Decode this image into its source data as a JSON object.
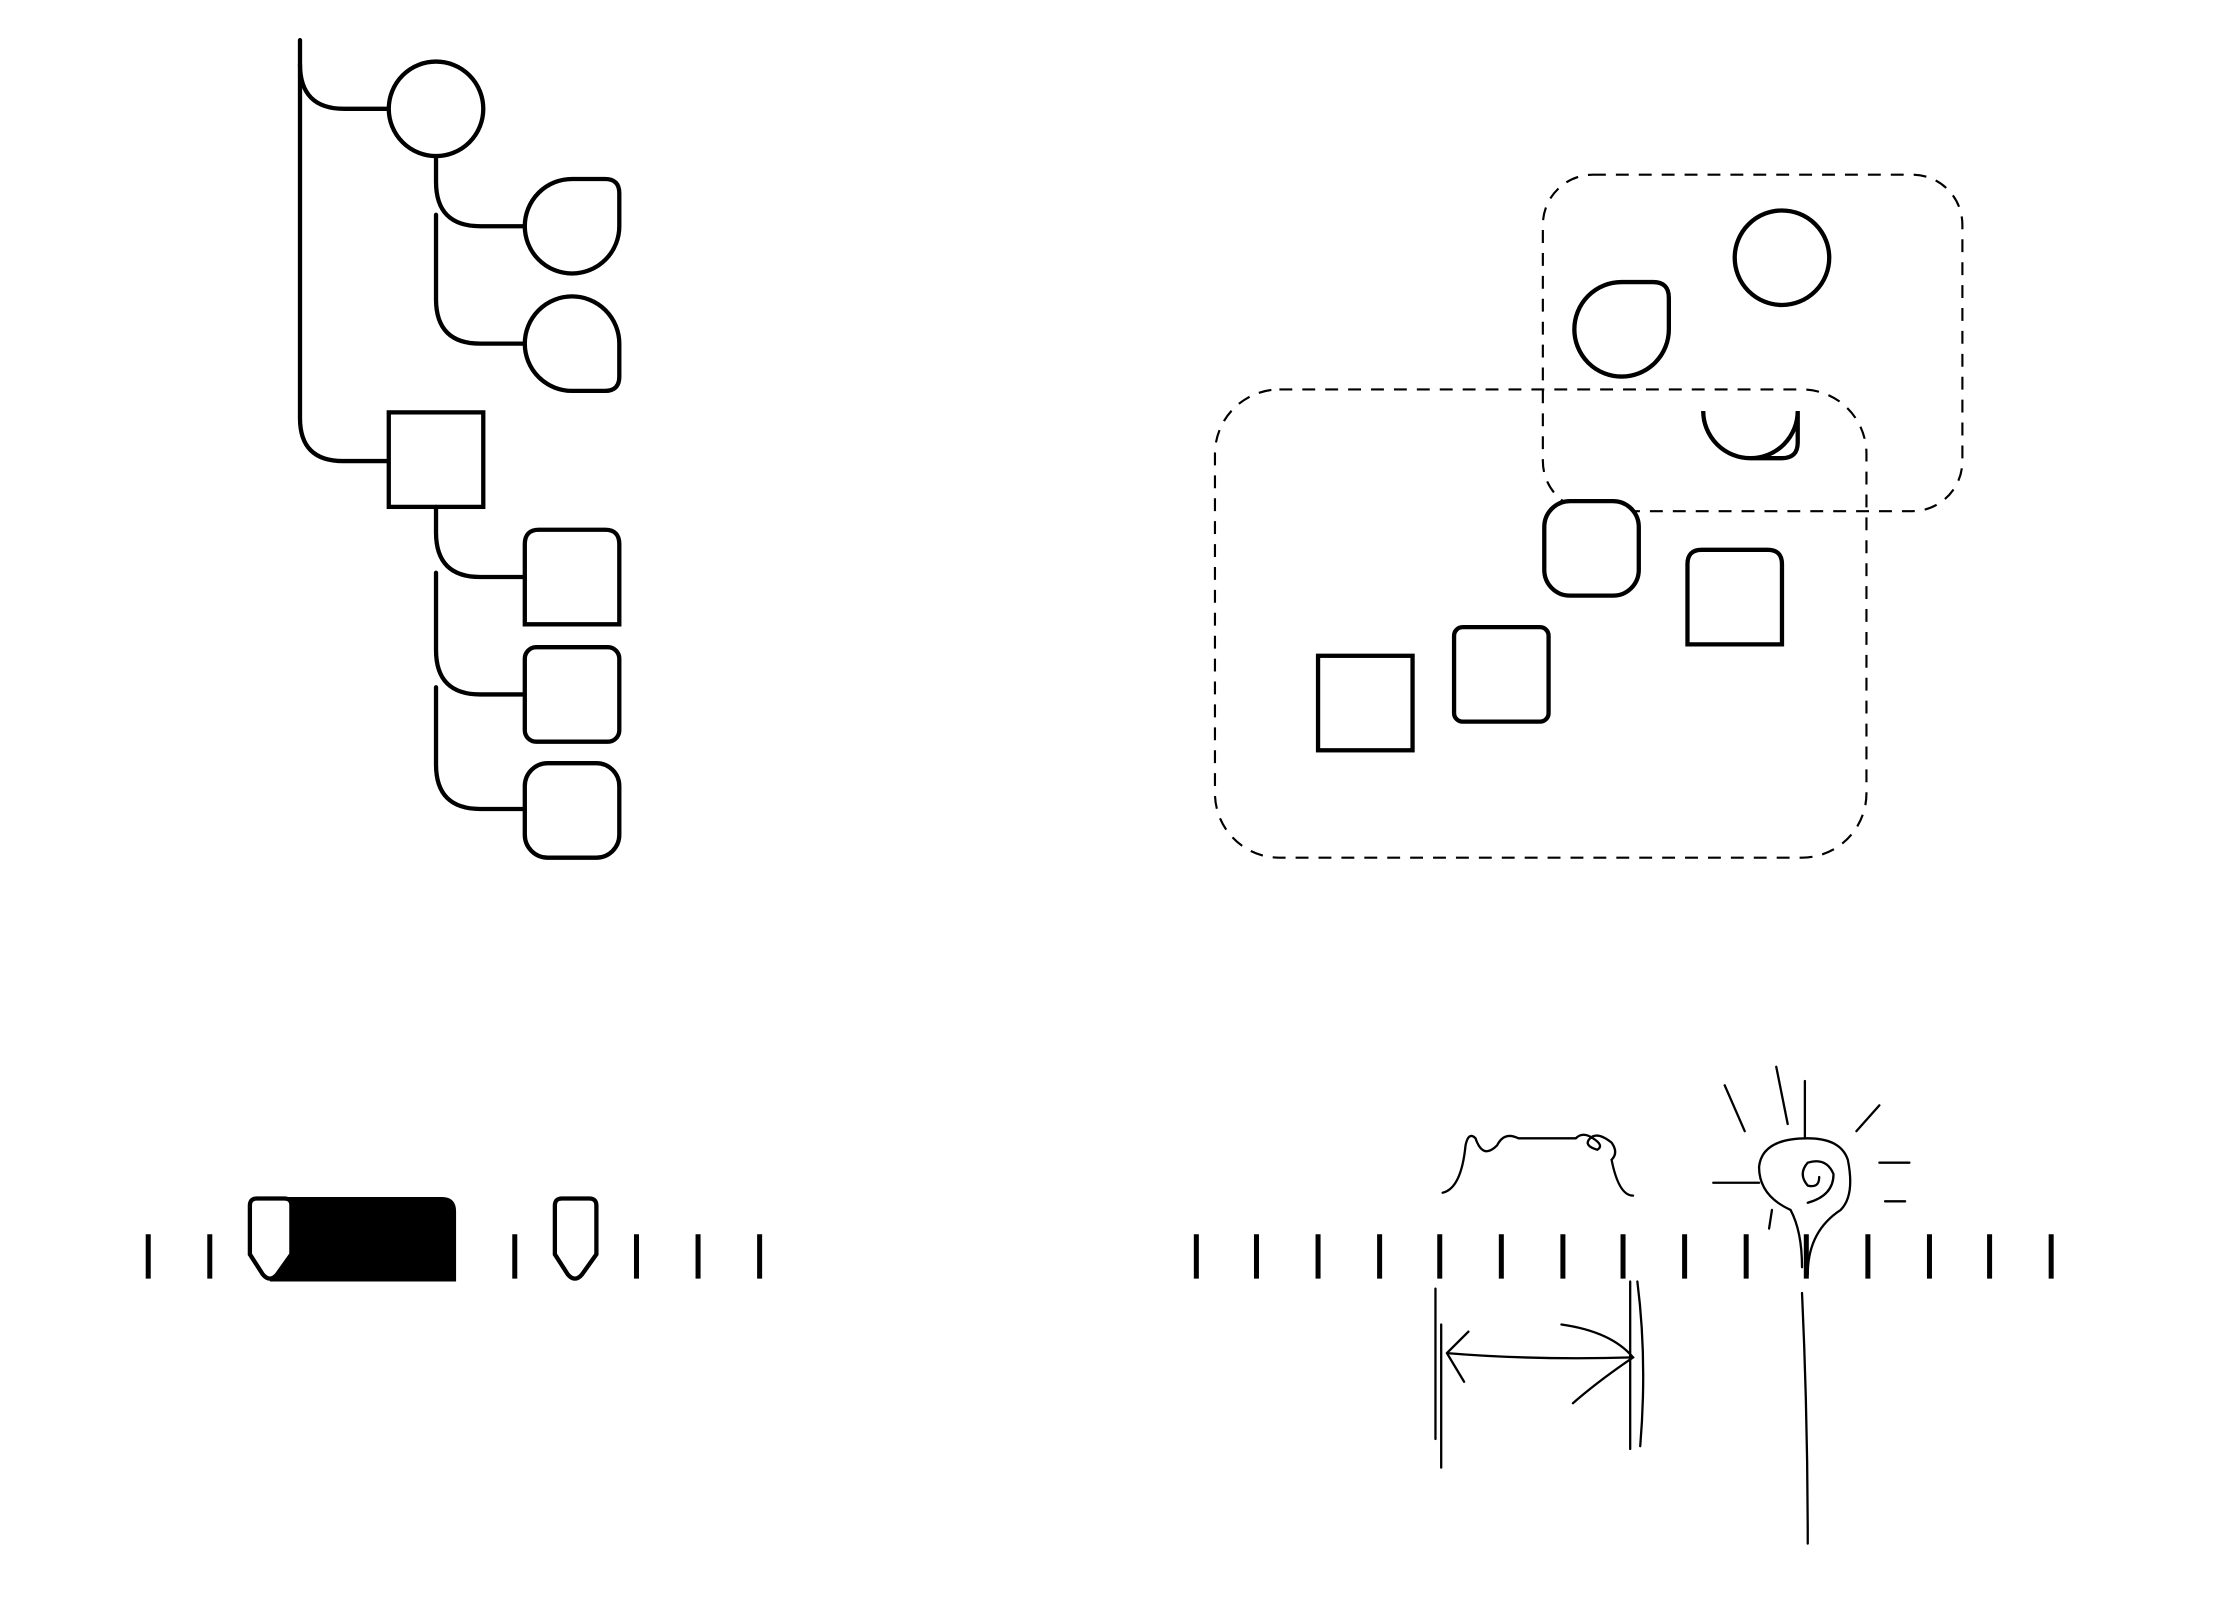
{
  "diagram": {
    "panels": [
      "tree-hierarchy",
      "grouped-shapes",
      "range-slider",
      "sketched-timeline"
    ],
    "colors": {
      "stroke": "#000000",
      "background": "#ffffff",
      "fill": "#000000"
    },
    "tree": {
      "children_of_circle": 2,
      "children_of_square": 3
    },
    "slider": {
      "tick_count": 11,
      "range_selected": true
    },
    "timeline": {
      "tick_count": 15
    }
  }
}
